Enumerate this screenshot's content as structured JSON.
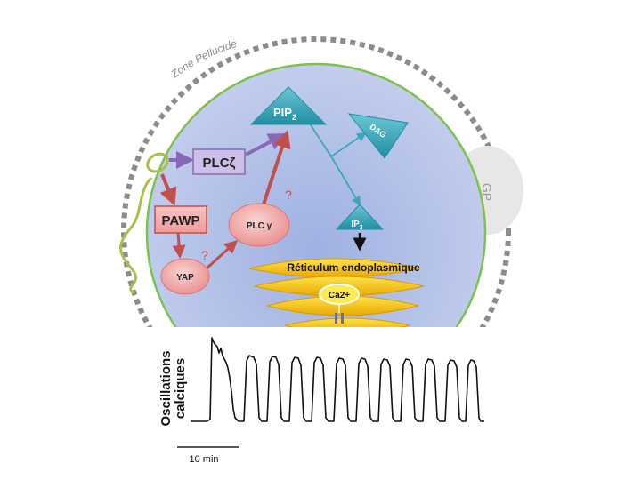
{
  "labels": {
    "zona": "Zone Pellucide",
    "gp": "GP",
    "plcz": "PLCζ",
    "pawp": "PAWP",
    "plcg": "PLC γ",
    "yap": "YAP",
    "pip2_main": "PIP",
    "pip2_sub": "2",
    "dag": "DAG",
    "ip3_main": "IP",
    "ip3_sub": "3",
    "reticulum": "Réticulum endoplasmique",
    "ca": "Ca2+",
    "q1": "?",
    "q2": "?",
    "osc_line1": "Oscillations",
    "osc_line2": "calciques",
    "scale": "10 min"
  },
  "colors": {
    "cell_fill": "#b7c4e6",
    "cell_stroke": "#7cc24d",
    "teal": "#2aa6b8",
    "plcz_fill": "#cdbfe8",
    "plcz_arrow": "#8a68b6",
    "red_arrow": "#c0504d",
    "pink": "#f2aaaa",
    "er": "#f5c400",
    "zona_dots": "#8c8c8c"
  }
}
